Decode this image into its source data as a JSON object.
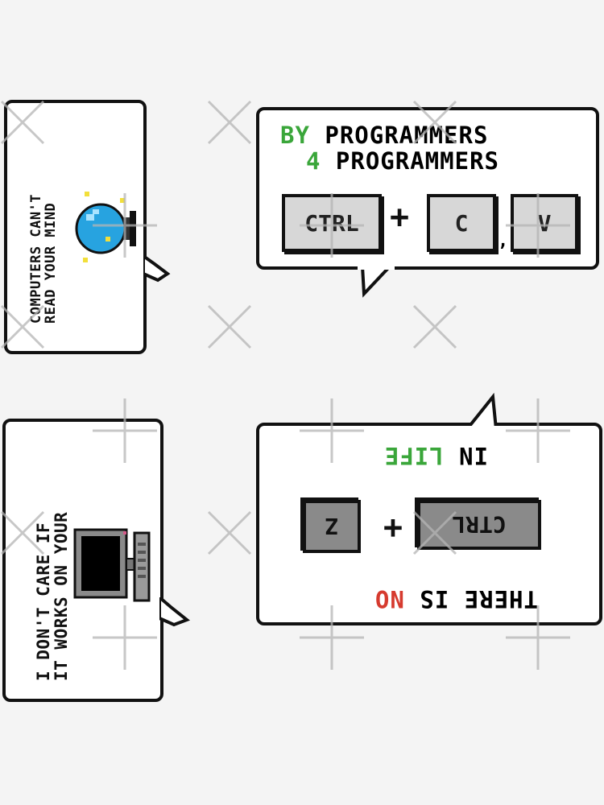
{
  "stickers": {
    "mind": {
      "line1": "COMPUTERS CAN'T",
      "line2": "READ YOUR MIND",
      "icon": "crystal-ball-icon"
    },
    "copy_paste": {
      "line1_highlight": "BY",
      "line1_rest": " PROGRAMMERS",
      "line2_highlight": "4",
      "line2_rest": " PROGRAMMERS",
      "key_ctrl": "CTRL",
      "plus": "+",
      "key_c": "C",
      "key_v": "V",
      "separator": ","
    },
    "works_on_machine": {
      "line1": "I DON'T CARE IF",
      "line2": "IT WORKS ON YOUR",
      "icon": "computer-icon"
    },
    "undo_life": {
      "line1_rest": "THERE IS ",
      "line1_highlight": "NO",
      "key_ctrl": "CTRL",
      "plus": "+",
      "key_z": "Z",
      "line3_rest": "IN ",
      "line3_highlight": "LIFE"
    }
  },
  "colors": {
    "background": "#f4f4f4",
    "outline": "#111111",
    "green": "#3aa63a",
    "red": "#d63b2f",
    "key_light": "#d7d7d7",
    "key_dark": "#8a8a8a"
  }
}
